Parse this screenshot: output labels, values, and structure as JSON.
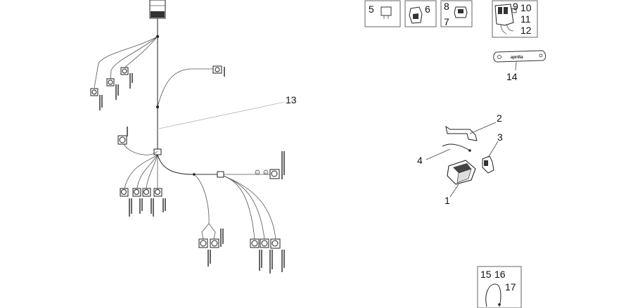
{
  "callouts": {
    "c1": "1",
    "c2": "2",
    "c3": "3",
    "c4": "4",
    "c5": "5",
    "c6": "6",
    "c7": "7",
    "c8": "8",
    "c9": "9",
    "c10": "10",
    "c11": "11",
    "c12": "12",
    "c13": "13",
    "c14": "14",
    "c15": "15",
    "c16": "16",
    "c17": "17"
  },
  "logo_text": "aprilia",
  "circle_marks": {
    "a": "2",
    "b": "8"
  }
}
